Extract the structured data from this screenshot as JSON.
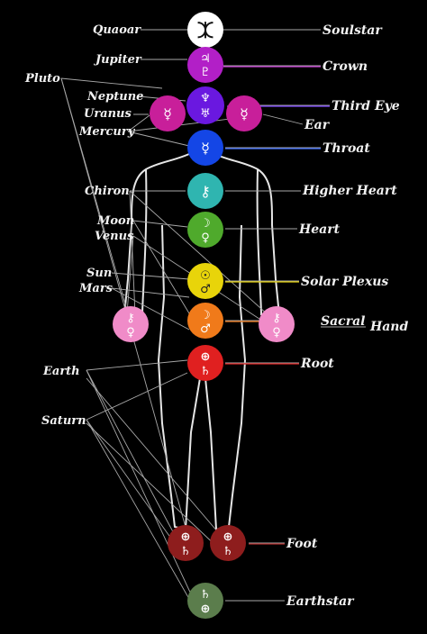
{
  "chakras": [
    {
      "id": "soulstar",
      "label": "Soulstar",
      "color": "#ffffff",
      "symbols": [
        "⯰"
      ]
    },
    {
      "id": "crown",
      "label": "Crown",
      "color": "#b21fc7",
      "symbols": [
        "♃",
        "♇"
      ]
    },
    {
      "id": "third-eye",
      "label": "Third Eye",
      "color": "#6a18e0",
      "symbols": [
        "♆",
        "♅"
      ]
    },
    {
      "id": "ear-left",
      "label": "",
      "color": "#c81f9a",
      "symbols": [
        "☿"
      ]
    },
    {
      "id": "ear-right",
      "label": "Ear",
      "color": "#c81f9a",
      "symbols": [
        "☿"
      ]
    },
    {
      "id": "throat",
      "label": "Throat",
      "color": "#1446e6",
      "symbols": [
        "☿"
      ]
    },
    {
      "id": "higher-heart",
      "label": "Higher Heart",
      "color": "#2fb5b0",
      "symbols": [
        "⚷"
      ]
    },
    {
      "id": "heart",
      "label": "Heart",
      "color": "#4faa2c",
      "symbols": [
        "☽",
        "♀"
      ]
    },
    {
      "id": "solar-plexus",
      "label": "Solar Plexus",
      "color": "#e8d40a",
      "symbols": [
        "☉",
        "♂"
      ]
    },
    {
      "id": "sacral",
      "label": "Sacral",
      "color": "#f07a1a",
      "symbols": [
        "☽",
        "♂"
      ]
    },
    {
      "id": "hand-left",
      "label": "",
      "color": "#f08bc8",
      "symbols": [
        "⚷",
        "♀"
      ]
    },
    {
      "id": "hand-right",
      "label": "Hand",
      "color": "#f08bc8",
      "symbols": [
        "⚷",
        "♀"
      ]
    },
    {
      "id": "root",
      "label": "Root",
      "color": "#e02020",
      "symbols": [
        "⊕",
        "♄"
      ]
    },
    {
      "id": "foot-left",
      "label": "",
      "color": "#8e1d1d",
      "symbols": [
        "⊕",
        "♄"
      ]
    },
    {
      "id": "foot-right",
      "label": "Foot",
      "color": "#8e1d1d",
      "symbols": [
        "⊕",
        "♄"
      ]
    },
    {
      "id": "earthstar",
      "label": "Earthstar",
      "color": "#5b7d4c",
      "symbols": [
        "♄",
        "⊕"
      ]
    }
  ],
  "planets": [
    {
      "id": "quaoar",
      "label": "Quaoar"
    },
    {
      "id": "jupiter",
      "label": "Jupiter"
    },
    {
      "id": "pluto",
      "label": "Pluto"
    },
    {
      "id": "neptune",
      "label": "Neptune"
    },
    {
      "id": "uranus",
      "label": "Uranus"
    },
    {
      "id": "mercury",
      "label": "Mercury"
    },
    {
      "id": "chiron",
      "label": "Chiron"
    },
    {
      "id": "moon",
      "label": "Moon"
    },
    {
      "id": "venus",
      "label": "Venus"
    },
    {
      "id": "sun",
      "label": "Sun"
    },
    {
      "id": "mars",
      "label": "Mars"
    },
    {
      "id": "earth",
      "label": "Earth"
    },
    {
      "id": "saturn",
      "label": "Saturn"
    }
  ],
  "colors": {
    "background": "#000000",
    "body_outline": "#e6e6e6",
    "connector": "#a8a8a8"
  }
}
